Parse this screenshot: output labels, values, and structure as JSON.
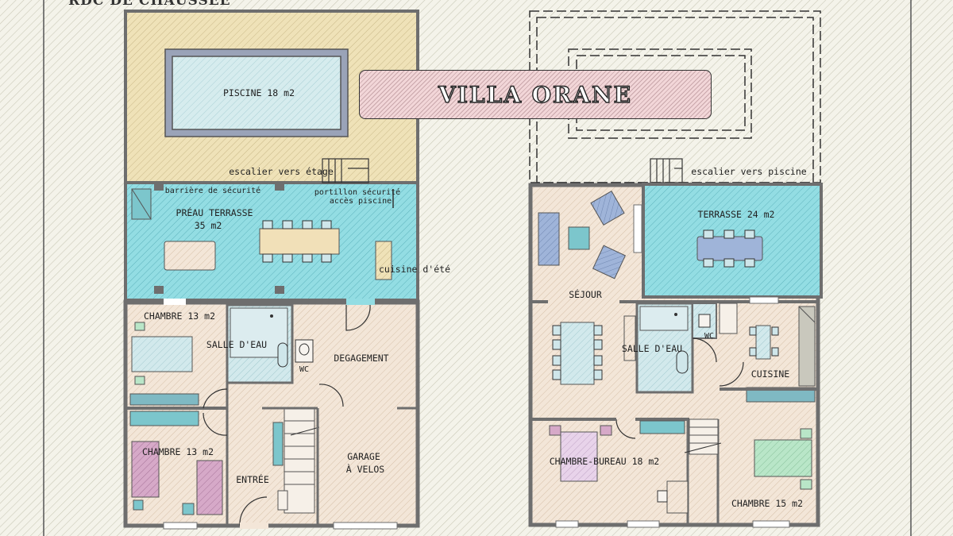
{
  "title_partial": "RDC DE CHAUSSÉE",
  "villa_name": "VILLA ORANE",
  "colors": {
    "background": "#f4f3ea",
    "wall": "#6e6e6e",
    "pool_area": "#efe2b8",
    "pool": "#cfe8ec",
    "terrace": "#8fdbe2",
    "bedroom": "#f2e4d6",
    "bathroom": "#cfe8ec",
    "villa_tag": "#f2d6d8"
  },
  "left_plan": {
    "pool": "PISCINE 18 m2",
    "stairs_label": "escalier vers étage",
    "barrier": "barrière de sécurité",
    "gate_line1": "portillon sécurité",
    "gate_line2": "accès piscine",
    "terrace_line1": "PRÉAU TERRASSE",
    "terrace_line2": "35 m2",
    "summer_kitchen": "cuisine d'été",
    "bedroom1": "CHAMBRE 13 m2",
    "bathroom": "SALLE D'EAU",
    "wc": "WC",
    "hallway": "DEGAGEMENT",
    "bedroom2": "CHAMBRE 13 m2",
    "entrance": "ENTRÉE",
    "garage_line1": "GARAGE",
    "garage_line2": "À VELOS"
  },
  "right_plan": {
    "stairs_label": "escalier vers piscine",
    "terrace": "TERRASSE 24 m2",
    "living": "SÉJOUR",
    "bathroom": "SALLE D'EAU",
    "wc": "WC",
    "kitchen": "CUISINE",
    "office_bedroom": "CHAMBRE-BUREAU 18 m2",
    "bedroom": "CHAMBRE 15 m2"
  }
}
